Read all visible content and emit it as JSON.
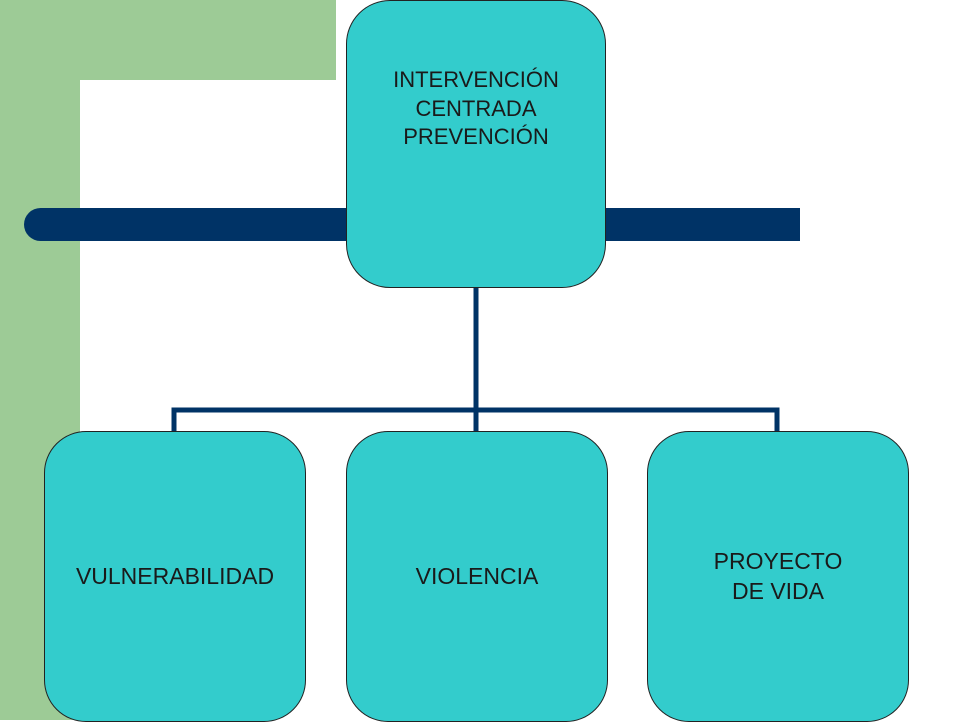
{
  "diagram": {
    "root": {
      "label": "INTERVENCIÓN\nCENTRADA\nPREVENCIÓN"
    },
    "children": [
      {
        "label": "VULNERABILIDAD"
      },
      {
        "label": "VIOLENCIA"
      },
      {
        "label": "PROYECTO\n DE VIDA"
      }
    ]
  },
  "colors": {
    "node_fill": "#33cccc",
    "connector": "#003366",
    "band": "#003366",
    "side_green": "#9dcb96",
    "background": "#ffffff"
  }
}
